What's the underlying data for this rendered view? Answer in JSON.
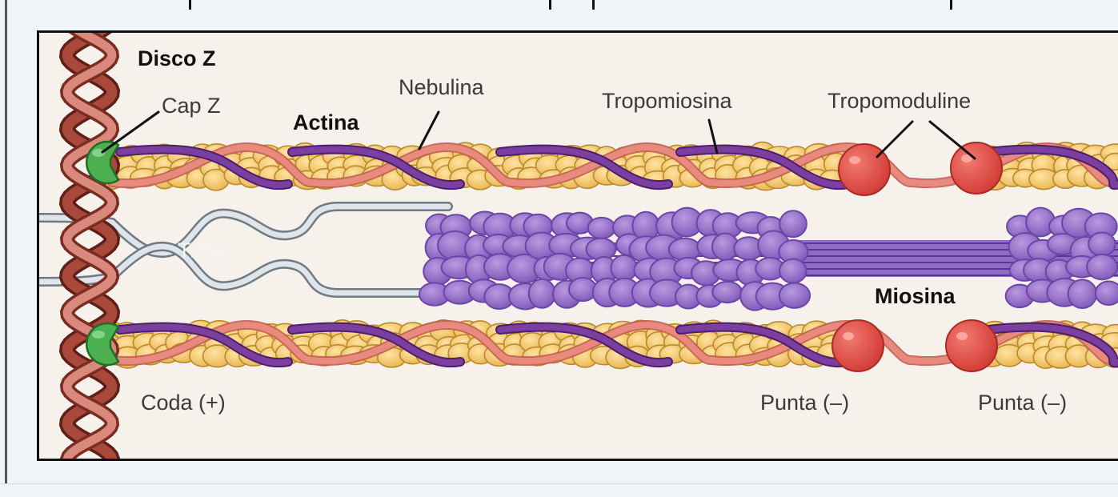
{
  "labels": {
    "disco_z": "Disco Z",
    "cap_z": "Cap Z",
    "actina": "Actina",
    "nebulina": "Nebulina",
    "tropomiosina": "Tropomiosina",
    "tropomoduline": "Tropomoduline",
    "titina": "Titina",
    "miosina": "Miosina",
    "coda": "Coda (+)",
    "punta_1": "Punta (–)",
    "punta_2": "Punta (–)"
  },
  "colors": {
    "actin": "#f0c467",
    "actin_edge": "#b88a2c",
    "tropomyosin": "#7b3fa0",
    "nebulin": "#e98a7e",
    "capz": "#4caf50",
    "tropomodulin": "#e8524a",
    "myosin": "#8f6cc4",
    "titin": "#a9b4bc",
    "zdisc": "#9a3f33"
  }
}
